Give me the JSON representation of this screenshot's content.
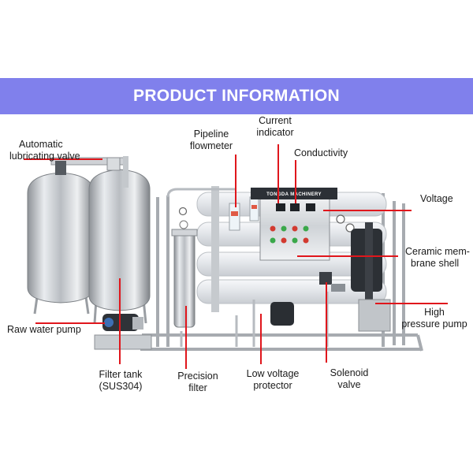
{
  "banner": {
    "title": "PRODUCT INFORMATION",
    "color": "#8080ec"
  },
  "machine": {
    "nameplate": "TONGDA MACHINERY"
  },
  "annotation_color": "#e0161c",
  "labels": {
    "automatic_lubricating_valve": [
      "Automatic",
      "lubricating valve"
    ],
    "pipeline_flowmeter": [
      "Pipeline",
      "flowmeter"
    ],
    "current_indicator": [
      "Current",
      "indicator"
    ],
    "conductivity": "Conductivity",
    "voltage": "Voltage",
    "ceramic_membrane_shell": [
      "Ceramic mem-",
      "brane shell"
    ],
    "high_pressure_pump": [
      "High",
      "pressure pump"
    ],
    "raw_water_pump": "Raw water pump",
    "filter_tank": [
      "Filter tank",
      "(SUS304)"
    ],
    "precision_filter": [
      "Precision",
      "filter"
    ],
    "low_voltage_protector": [
      "Low voltage",
      "protector"
    ],
    "solenoid_valve": [
      "Solenoid",
      "valve"
    ]
  }
}
